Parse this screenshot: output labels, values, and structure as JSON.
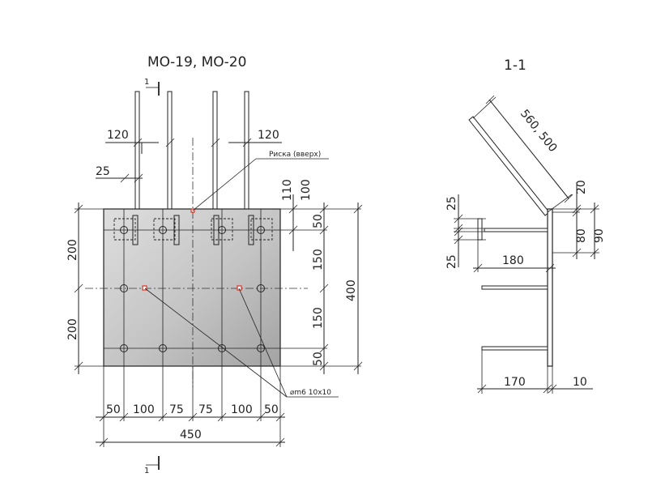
{
  "titles": {
    "plan": "МО-19, МО-20",
    "section": "1-1",
    "section_mark_top": "1",
    "section_mark_bottom": "1"
  },
  "callouts": {
    "marker": "Риска (вверх)",
    "hole": "⌀m6 10x10"
  },
  "plan_dims": {
    "top_left": "120",
    "top_right": "120",
    "offset_left": "25",
    "left_upper": "200",
    "left_lower": "200",
    "right_110": "110",
    "right_100": "100",
    "right_50_top": "50",
    "right_150_top": "150",
    "right_150_bottom": "150",
    "right_50_bottom": "50",
    "right_total": "400",
    "bottom_50_left": "50",
    "bottom_100_left": "100",
    "bottom_75_left": "75",
    "bottom_75_right": "75",
    "bottom_100_right": "100",
    "bottom_50_right": "50",
    "bottom_total": "450"
  },
  "section_dims": {
    "diag": "560, 500",
    "top_25": "25",
    "bottom_25": "25",
    "width_180": "180",
    "right_20": "20",
    "right_80": "80",
    "right_90": "90",
    "width_170": "170",
    "width_10": "10"
  },
  "colors": {
    "plate_light": "#d6d6d6",
    "plate_dark": "#a9a9a9",
    "line": "#222222",
    "marker": "#e0301e"
  }
}
